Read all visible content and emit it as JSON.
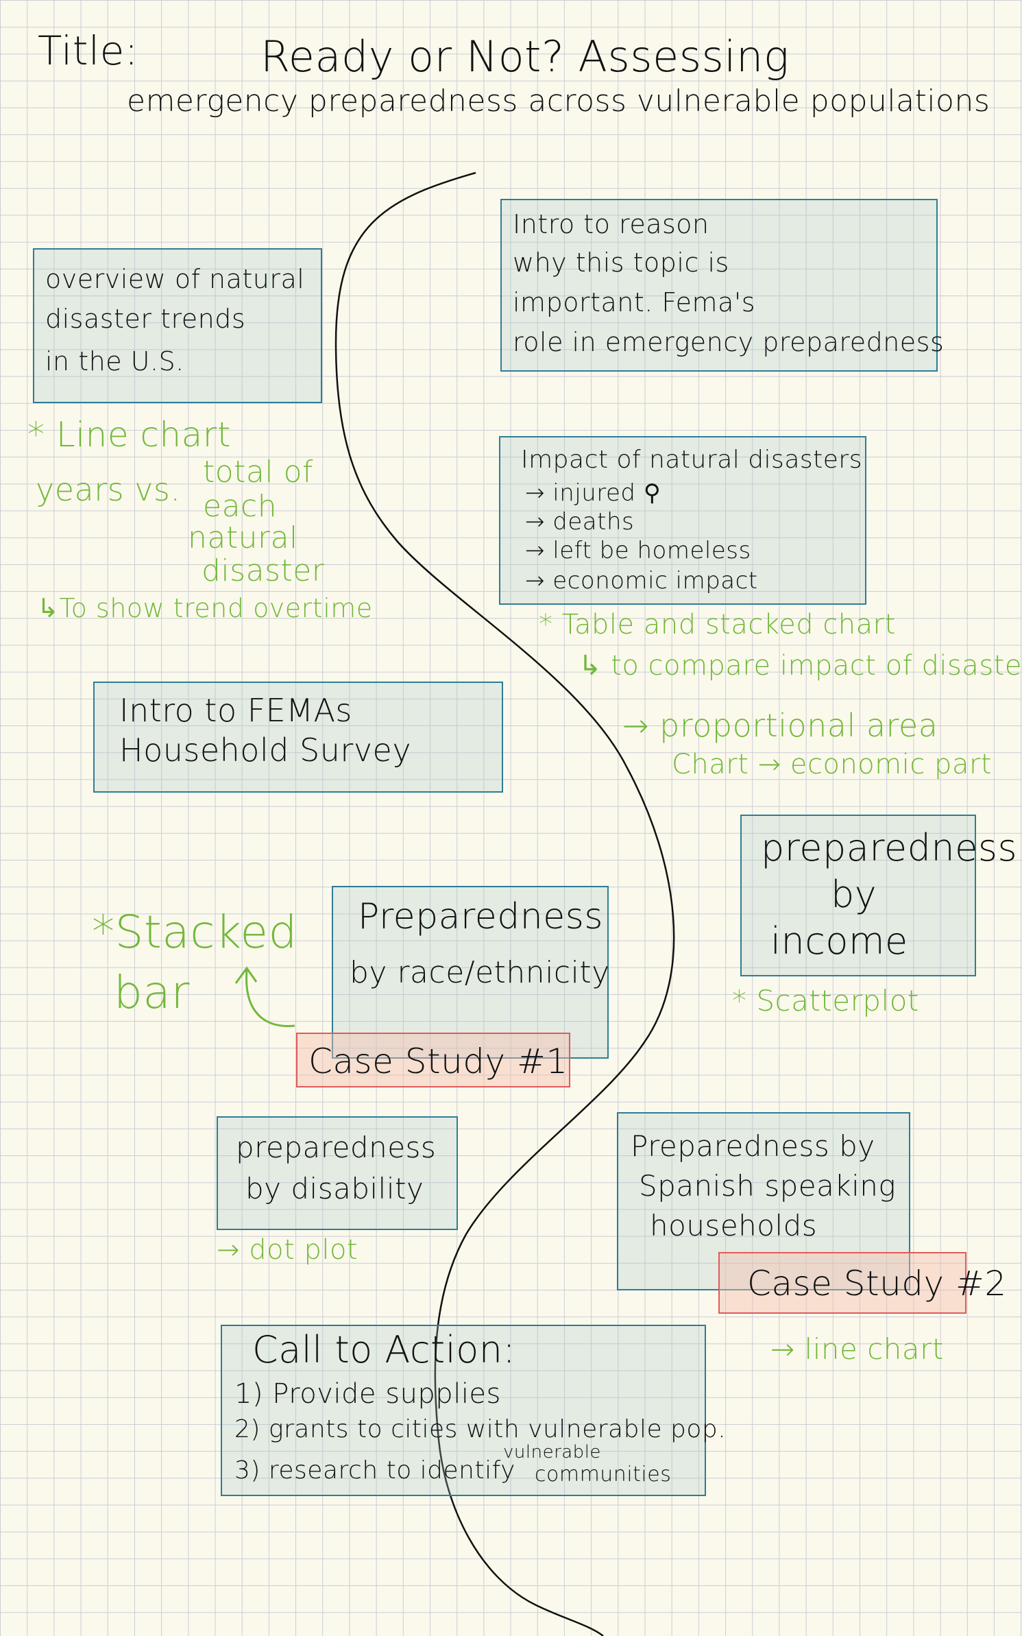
{
  "title": {
    "label": "Title:",
    "line1": "Ready or Not? Assessing",
    "line2": "emergency preparedness across vulnerable populations"
  },
  "boxes": {
    "overview": [
      "overview of natural",
      "disaster trends",
      "in the U.S."
    ],
    "intro_reason": [
      "Intro to reason",
      "why this topic is",
      "important. Fema's",
      "role in emergency preparedness"
    ],
    "impact": [
      "Impact of natural disasters",
      "→ injured ⚲",
      "→ deaths",
      "→ left be homeless",
      "→ economic impact"
    ],
    "fema_survey": [
      "Intro to FEMAs",
      "Household Survey"
    ],
    "income": [
      "preparedness",
      "by",
      "income"
    ],
    "race": [
      "Preparedness",
      "by race/ethnicity"
    ],
    "disability": [
      "preparedness",
      "by disability"
    ],
    "spanish": [
      "Preparedness by",
      "Spanish speaking",
      "households"
    ],
    "call_to_action": [
      "Call to Action:",
      "1) Provide supplies",
      "2) grants to cities with vulnerable pop.",
      "3) research to identify"
    ],
    "call_to_action_tail": [
      "vulnerable",
      "communities"
    ]
  },
  "case_studies": {
    "one": "Case Study #1",
    "two": "Case Study #2"
  },
  "notes": {
    "line_chart": "* Line chart",
    "years_vs": "years vs.",
    "total_of": [
      "total of",
      "each",
      "natural",
      "disaster"
    ],
    "trend": "↳To show trend overtime",
    "table_stacked": "* Table and stacked chart",
    "compare": "↳ to compare impact of disasters",
    "proportional": "→ proportional area",
    "chart_economic": "Chart → economic part",
    "stacked_bar": [
      "*Stacked",
      "bar"
    ],
    "scatterplot": "* Scatterplot",
    "dot_plot": "→ dot plot",
    "line_chart_2": "→ line chart"
  },
  "colors": {
    "box_border": "#2e7d96",
    "box_fill": "#dbe7e1",
    "case_border": "#e05a5a",
    "note_green": "#72b83a",
    "ink": "#111111"
  }
}
